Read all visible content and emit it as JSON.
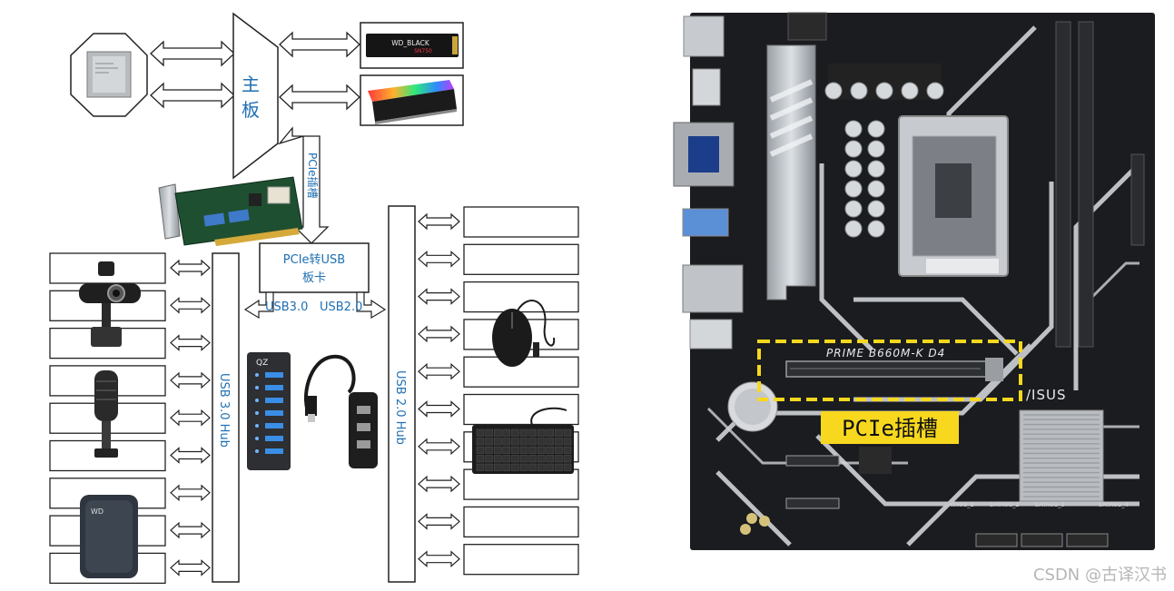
{
  "labels": {
    "mainboard_line1": "主",
    "mainboard_line2": "板",
    "pcie_slot_vertical": "PCIe插槽",
    "card_line1": "PCIe转USB",
    "card_line2": "板卡",
    "usb30_port": "USB3.0",
    "usb20_port": "USB2.0",
    "usb30_hub": "USB 3.0 Hub",
    "usb20_hub": "USB 2.0 Hub",
    "board_model": "PRIME B660M-K D4",
    "board_brand": "/ISUS",
    "pcie_callout": "PCIe插槽",
    "ssd_brand": "WD_BLACK",
    "ssd_model": "SN750",
    "hub_brand": "QZ",
    "sata_labels": [
      "SATA6G_1",
      "SATA6G_2",
      "SATA6G_3",
      "SATA6G_4"
    ],
    "watermark": "CSDN @古译汉书"
  },
  "colors": {
    "callout_yellow": "#f7d81e",
    "diagram_blue": "#1f6fb2",
    "board_dark": "#1b1c1f"
  },
  "icons": [
    "cpu-image",
    "ssd-image",
    "ram-image",
    "pcie-usb-card-image",
    "webcam-image",
    "microphone-image",
    "external-hdd-image",
    "usb3-hub-image",
    "usb2-hub-image",
    "mouse-image",
    "keyboard-image",
    "motherboard-image"
  ]
}
